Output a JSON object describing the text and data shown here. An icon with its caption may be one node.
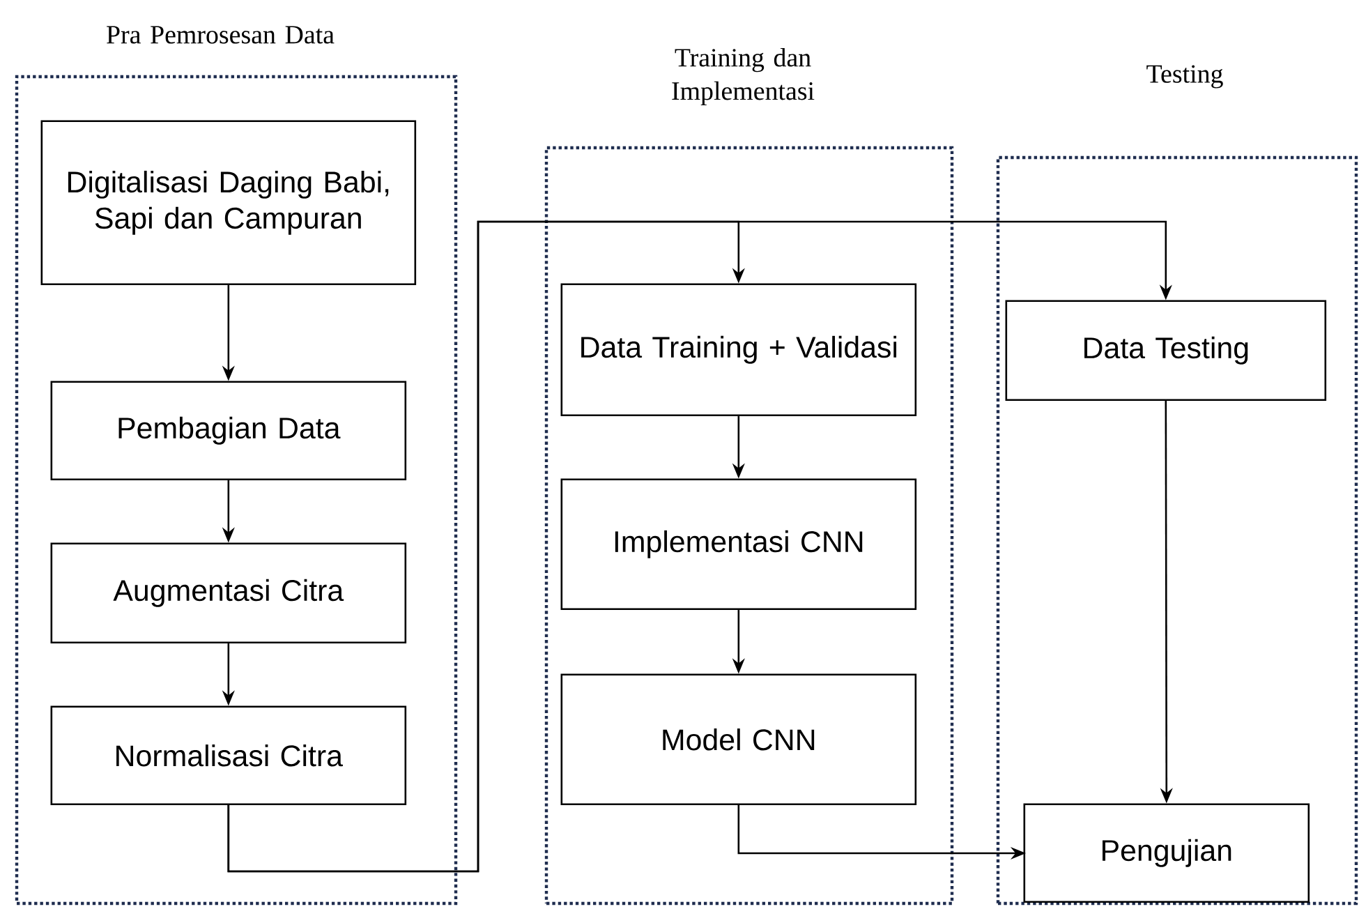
{
  "diagram": {
    "nodes": [
      {
        "text": [
          "Pra Pemrosesan Data"
        ]
      },
      {
        "text": [
          "Digitalisasi Daging Babi, Sapi dan Campuran"
        ],
        "in": 0
      },
      {
        "text": [
          "Pembagian Data"
        ],
        "in": 0
      },
      {
        "text": [
          "Augmentasi Citra"
        ],
        "in": 0
      },
      {
        "text": [
          "Normalisasi Citra"
        ],
        "in": 0
      },
      {
        "text": [
          "Training dan Implementasi"
        ]
      },
      {
        "text": [
          "Data Training + Validasi"
        ],
        "in": 5
      },
      {
        "text": [
          "Implementasi CNN"
        ],
        "in": 5
      },
      {
        "text": [
          "Model CNN"
        ],
        "in": 5
      },
      {
        "text": [
          "Testing"
        ]
      },
      {
        "text": [
          "Data Testing"
        ],
        "in": 9
      },
      {
        "text": [
          "Pengujian"
        ],
        "in": 9
      }
    ],
    "edges": [
      {
        "from": 1,
        "to": 2,
        "arrow": "to"
      },
      {
        "from": 2,
        "to": 3,
        "arrow": "to"
      },
      {
        "from": 3,
        "to": 4,
        "arrow": "to"
      },
      {
        "from": 4,
        "to": 6,
        "arrow": "to"
      },
      {
        "from": 4,
        "to": 10,
        "arrow": "to"
      },
      {
        "from": 6,
        "to": 7,
        "arrow": "to"
      },
      {
        "from": 7,
        "to": 8,
        "arrow": "to"
      },
      {
        "from": 8,
        "to": 11,
        "arrow": "to"
      },
      {
        "from": 10,
        "to": 11,
        "arrow": "to"
      }
    ]
  }
}
